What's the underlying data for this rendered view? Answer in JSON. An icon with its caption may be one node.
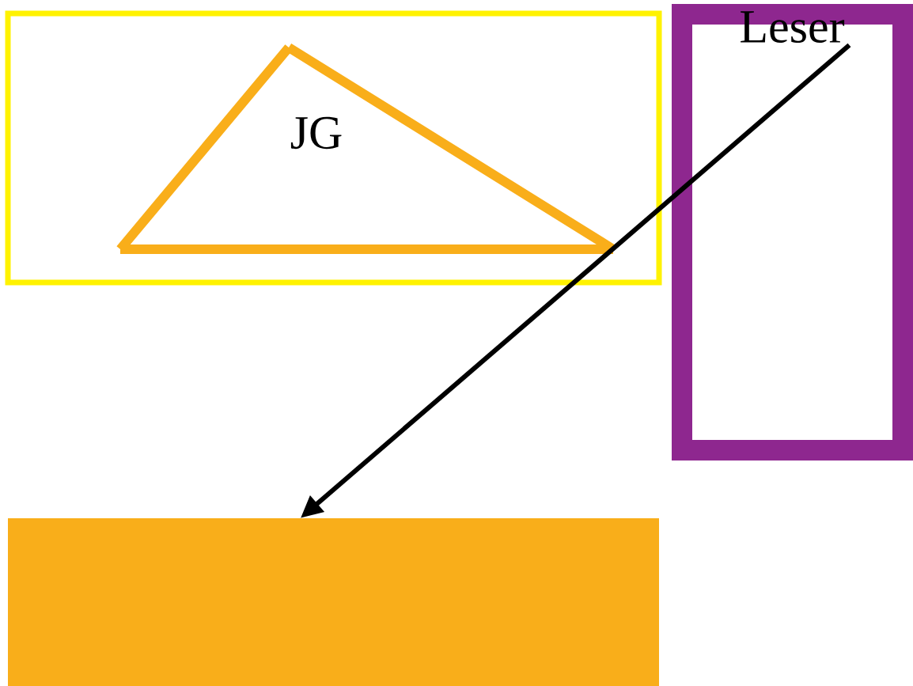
{
  "diagram": {
    "nodes": [
      {
        "text": [],
        "shape": "box"
      },
      {
        "text": [
          "JG"
        ],
        "in": 0
      },
      {
        "text": [
          "Leser"
        ]
      },
      {
        "text": [],
        "shape": "box"
      }
    ],
    "edges": [
      {
        "from": 2,
        "to": 3,
        "arrow": "to"
      }
    ]
  }
}
